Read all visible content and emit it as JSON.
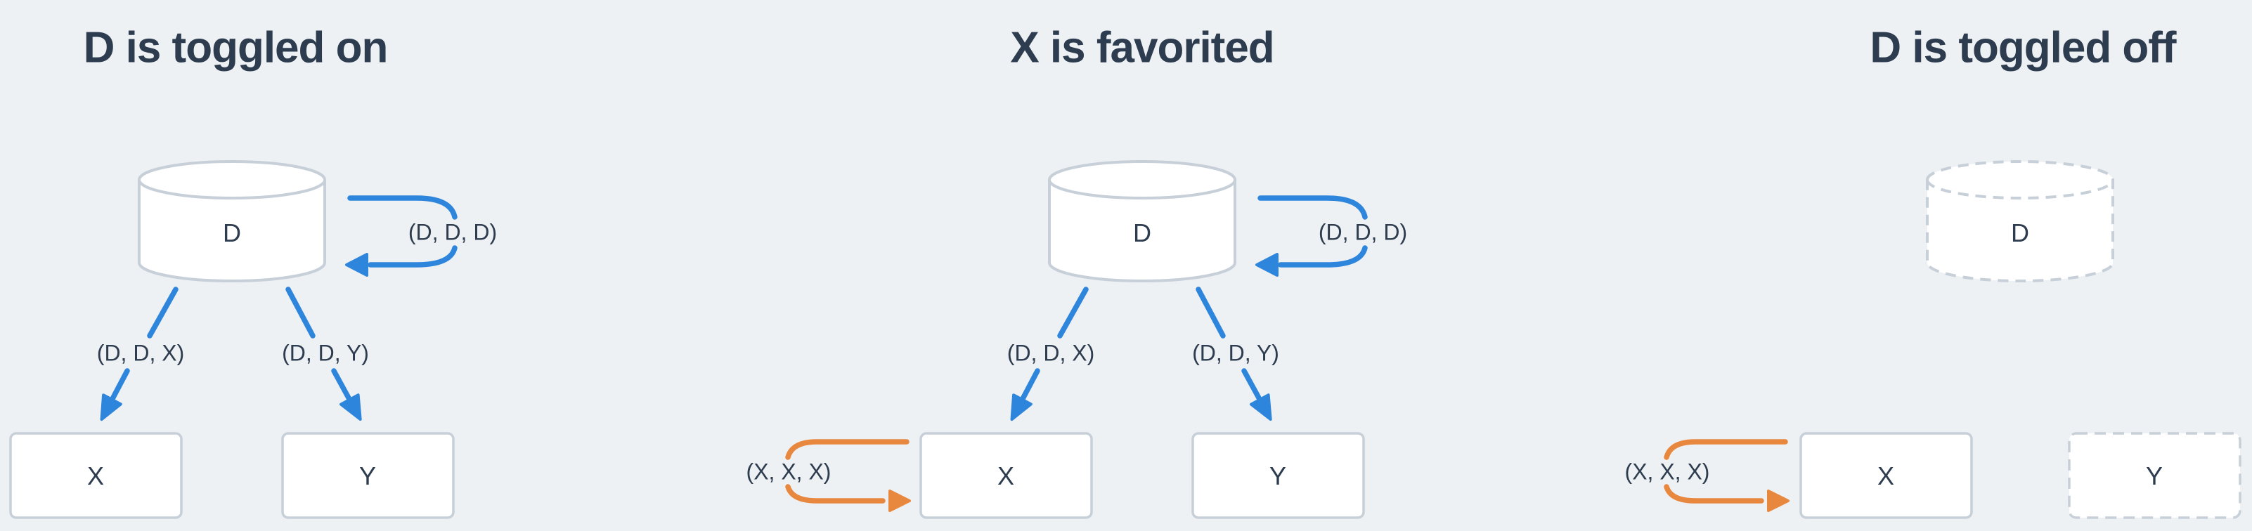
{
  "colors": {
    "background": "#eef1f4",
    "node_fill": "#ffffff",
    "node_border": "#c7cfd9",
    "text": "#2d3c4e",
    "blue_edge": "#2e85dc",
    "orange_edge": "#e8873e"
  },
  "panels": [
    {
      "title": "D is toggled on",
      "nodes": {
        "d": {
          "label": "D",
          "shape": "cylinder",
          "style": "solid"
        },
        "x": {
          "label": "X",
          "shape": "rect",
          "style": "solid"
        },
        "y": {
          "label": "Y",
          "shape": "rect",
          "style": "solid"
        }
      },
      "edges": {
        "d_self": {
          "label": "(D, D, D)",
          "color": "blue",
          "kind": "self-loop-right"
        },
        "d_to_x": {
          "label": "(D, D, X)",
          "color": "blue",
          "kind": "arrow"
        },
        "d_to_y": {
          "label": "(D, D, Y)",
          "color": "blue",
          "kind": "arrow"
        }
      }
    },
    {
      "title": "X is favorited",
      "nodes": {
        "d": {
          "label": "D",
          "shape": "cylinder",
          "style": "solid"
        },
        "x": {
          "label": "X",
          "shape": "rect",
          "style": "solid"
        },
        "y": {
          "label": "Y",
          "shape": "rect",
          "style": "solid"
        }
      },
      "edges": {
        "d_self": {
          "label": "(D, D, D)",
          "color": "blue",
          "kind": "self-loop-right"
        },
        "d_to_x": {
          "label": "(D, D, X)",
          "color": "blue",
          "kind": "arrow"
        },
        "d_to_y": {
          "label": "(D, D, Y)",
          "color": "blue",
          "kind": "arrow"
        },
        "x_self": {
          "label": "(X, X, X)",
          "color": "orange",
          "kind": "self-loop-left"
        }
      }
    },
    {
      "title": "D is toggled off",
      "nodes": {
        "d": {
          "label": "D",
          "shape": "cylinder",
          "style": "dashed"
        },
        "x": {
          "label": "X",
          "shape": "rect",
          "style": "solid"
        },
        "y": {
          "label": "Y",
          "shape": "rect",
          "style": "dashed"
        }
      },
      "edges": {
        "x_self": {
          "label": "(X, X, X)",
          "color": "orange",
          "kind": "self-loop-left"
        }
      }
    }
  ]
}
